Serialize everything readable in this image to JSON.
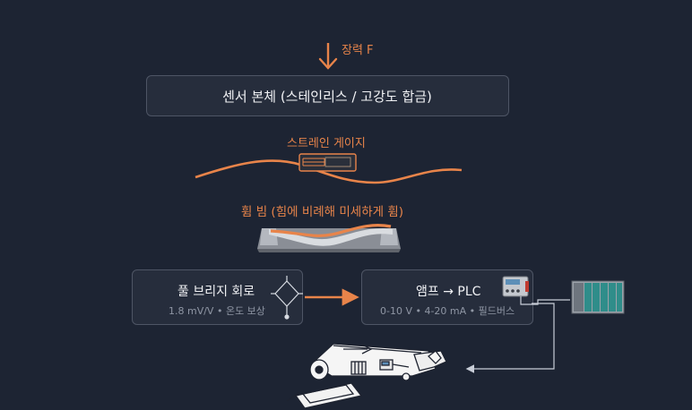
{
  "force_label": "장력 F",
  "sensor_body_label": "센서 본체 (스테인리스 / 고강도 합금)",
  "strain_gauge_label": "스트레인 게이지",
  "bending_beam_label": "휨 빔 (힘에 비례해 미세하게 휨)",
  "bridge": {
    "title": "풀 브리지 회로",
    "subtitle": "1.8 mV/V • 온도 보상"
  },
  "amp": {
    "title": "앰프 → PLC",
    "subtitle": "0-10 V • 4-20 mA • 필드버스"
  },
  "colors": {
    "background": "#1d2433",
    "accent": "#e8844a",
    "box_border": "#4e5565",
    "box_fill": "#262d3c",
    "text": "#f1f2f5",
    "subtext": "#8f96a4"
  }
}
